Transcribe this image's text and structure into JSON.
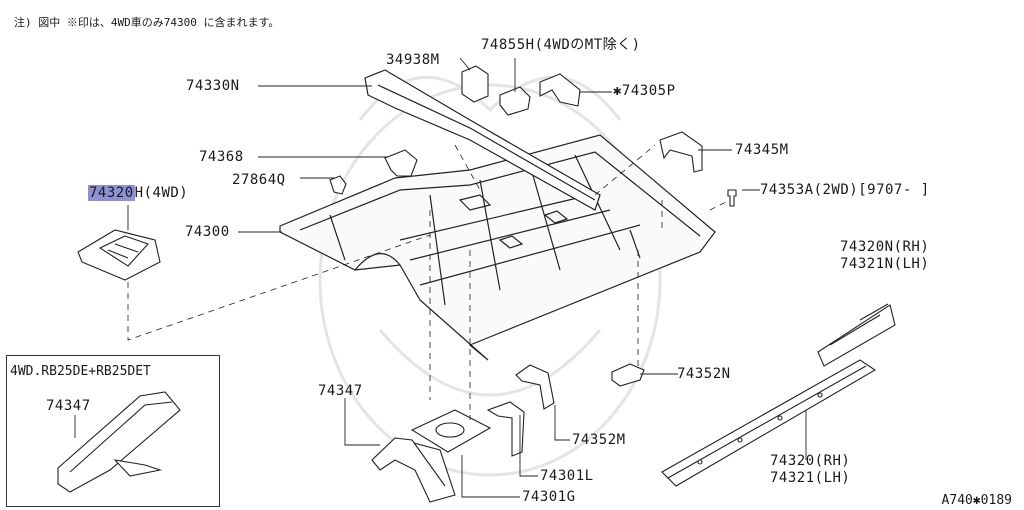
{
  "note": "注) 図中 ※印は、4WD車のみ74300 に含まれます。",
  "reference_code": "A740✱0189",
  "colors": {
    "highlight": "#8f91d6",
    "line": "#222222",
    "watermark": "#e4e4e4"
  },
  "highlight_part": {
    "number": "74320",
    "suffix": "H(4WD)"
  },
  "labels": {
    "p74330n": "74330N",
    "p34938m": "34938M",
    "p74855h": "74855H(4WDのMT除く)",
    "p74305p": "✱74305P",
    "p74368": "74368",
    "p27864q": "27864Q",
    "p74345m": "74345M",
    "p74353a": "74353A(2WD)[9707-      ]",
    "p74300": "74300",
    "p74320n": "74320N(RH)",
    "p74321n": "74321N(LH)",
    "p74352n": "74352N",
    "p74347": "74347",
    "p74352m": "74352M",
    "p74301l": "74301L",
    "p74301g": "74301G",
    "p74320": "74320(RH)",
    "p74321": "74321(LH)"
  },
  "inset": {
    "title": "4WD.RB25DE+RB25DET",
    "part": "74347"
  }
}
